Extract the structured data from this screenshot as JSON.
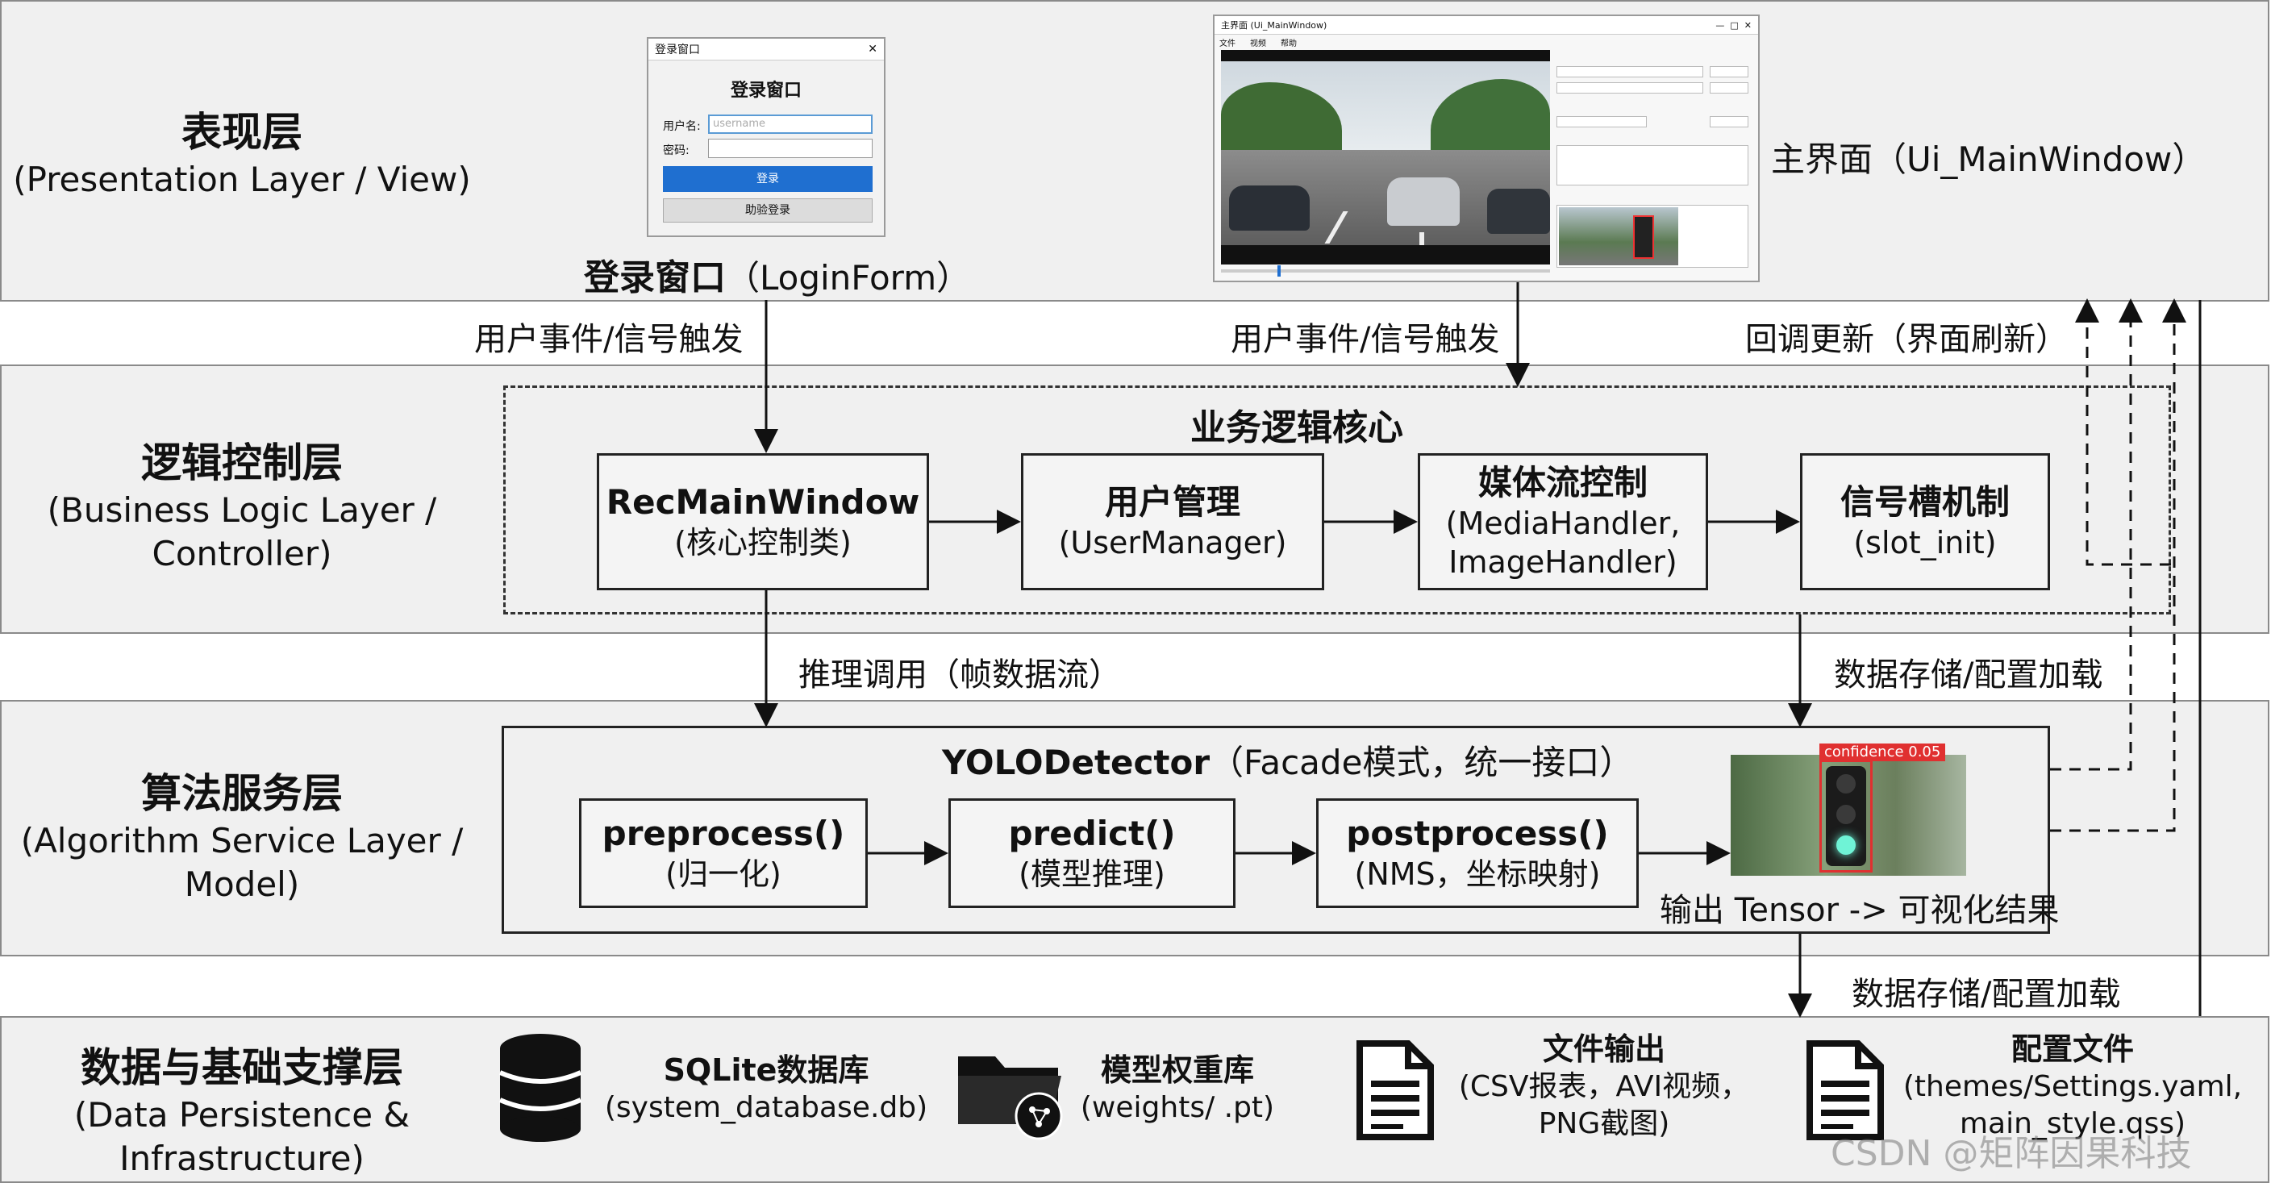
{
  "layers": {
    "presentation": {
      "cn": "表现层",
      "en": "(Presentation Layer / View)"
    },
    "logic": {
      "cn": "逻辑控制层",
      "en1": "(Business Logic Layer /",
      "en2": "Controller)"
    },
    "algorithm": {
      "cn": "算法服务层",
      "en1": "(Algorithm Service Layer /",
      "en2": "Model)"
    },
    "data": {
      "cn": "数据与基础支撑层",
      "en1": "(Data Persistence &",
      "en2": "Infrastructure)"
    }
  },
  "login_window": {
    "title": "登录窗口",
    "heading": "登录窗口",
    "username_label": "用户名:",
    "username_placeholder": "username",
    "password_label": "密码:",
    "login_button": "登录",
    "guest_button": "助验登录",
    "caption_bold": "登录窗口",
    "caption_rest": "（LoginForm）"
  },
  "main_window": {
    "title": "主界面 (Ui_MainWindow)",
    "menu": [
      "文件",
      "视频",
      "帮助"
    ],
    "caption": "主界面（Ui_MainWindow）"
  },
  "edges": {
    "user_event_left": "用户事件/信号触发",
    "user_event_right": "用户事件/信号触发",
    "callback": "回调更新（界面刷新）",
    "inference_call": "推理调用（帧数据流）",
    "storage_mid": "数据存储/配置加载",
    "storage_low": "数据存储/配置加载"
  },
  "logic_core": {
    "title": "业务逻辑核心",
    "boxes": [
      {
        "t": "RecMainWindow",
        "s": "(核心控制类)"
      },
      {
        "t": "用户管理",
        "s": "(UserManager)"
      },
      {
        "t": "媒体流控制",
        "s1": "(MediaHandler,",
        "s2": "ImageHandler)"
      },
      {
        "t": "信号槽机制",
        "s": "(slot_init)"
      }
    ]
  },
  "yolo": {
    "title_bold": "YOLODetector",
    "title_rest": "（Facade模式，统一接口）",
    "boxes": [
      {
        "t": "preprocess()",
        "s": "(归一化)"
      },
      {
        "t": "predict()",
        "s": "(模型推理)"
      },
      {
        "t": "postprocess()",
        "s": "(NMS，坐标映射)"
      }
    ],
    "confidence_label": "confidence 0.05",
    "output": "输出 Tensor -> 可视化结果"
  },
  "resources": [
    {
      "icon": "database-icon",
      "t": "SQLite数据库",
      "s": "(system_database.db)"
    },
    {
      "icon": "folder-icon",
      "t": "模型权重库",
      "s": "(weights/ .pt)"
    },
    {
      "icon": "document-icon",
      "t": "文件输出",
      "s1": "(CSV报表，AVI视频，",
      "s2": "PNG截图)"
    },
    {
      "icon": "document-icon",
      "t": "配置文件",
      "s1": "(themes/Settings.yaml,",
      "s2": "main_style.qss)"
    }
  ],
  "watermark": "CSDN @矩阵因果科技"
}
